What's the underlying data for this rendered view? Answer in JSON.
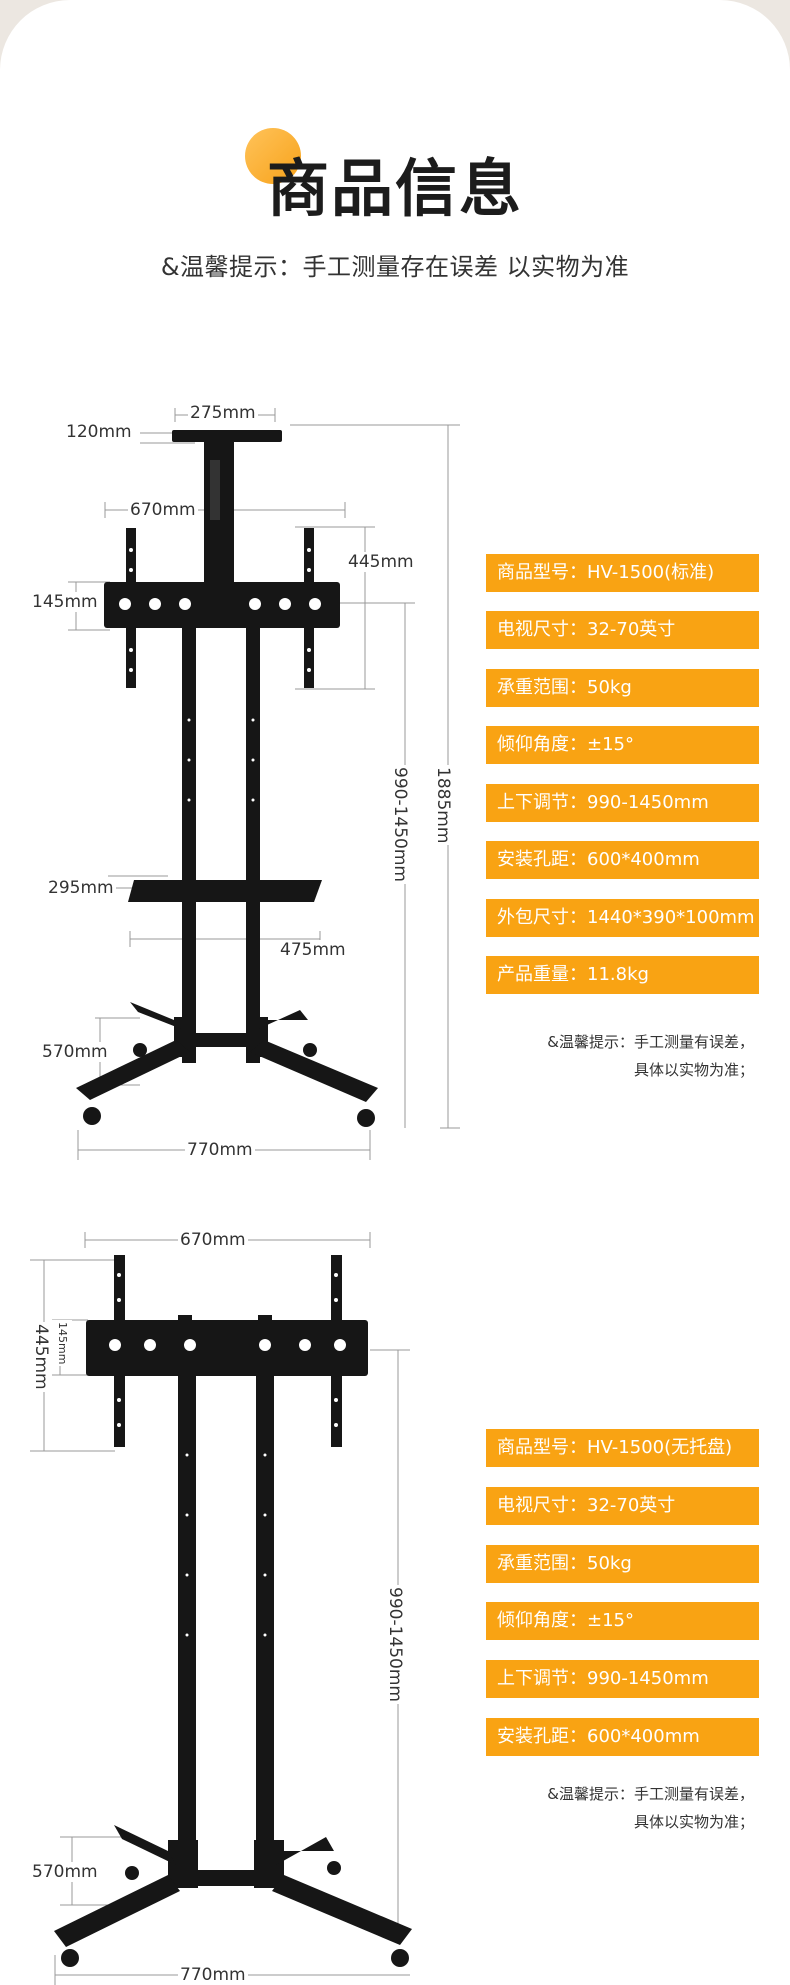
{
  "header": {
    "title": "商品信息",
    "subtitle": "&温馨提示：手工测量存在误差 以实物为准"
  },
  "product1": {
    "dims": {
      "top_width": "275mm",
      "top_plate": "120mm",
      "bracket_width": "670mm",
      "bracket_height": "445mm",
      "plate_height": "145mm",
      "total_height": "1885mm",
      "adjust_range": "990-1450mm",
      "tray_height": "295mm",
      "tray_width": "475mm",
      "base_depth": "570mm",
      "base_width": "770mm"
    },
    "specs": [
      "商品型号：HV-1500(标准)",
      "电视尺寸：32-70英寸",
      "承重范围：50kg",
      "倾仰角度：±15°",
      "上下调节：990-1450mm",
      "安装孔距：600*400mm",
      "外包尺寸：1440*390*100mm",
      "产品重量：11.8kg"
    ],
    "note_line1": "&温馨提示：手工测量有误差，",
    "note_line2": "具体以实物为准；"
  },
  "product2": {
    "dims": {
      "bracket_width": "670mm",
      "bracket_height": "445mm",
      "plate_height": "145mm",
      "adjust_range": "990-1450mm",
      "base_depth": "570mm",
      "base_width": "770mm"
    },
    "specs": [
      "商品型号：HV-1500(无托盘)",
      "电视尺寸：32-70英寸",
      "承重范围：50kg",
      "倾仰角度：±15°",
      "上下调节：990-1450mm",
      "安装孔距：600*400mm"
    ],
    "note_line1": "&温馨提示：手工测量有误差，",
    "note_line2": "具体以实物为准；"
  },
  "colors": {
    "accent": "#f9a313",
    "title_dot": "#f7a21a",
    "product_black": "#161616"
  }
}
